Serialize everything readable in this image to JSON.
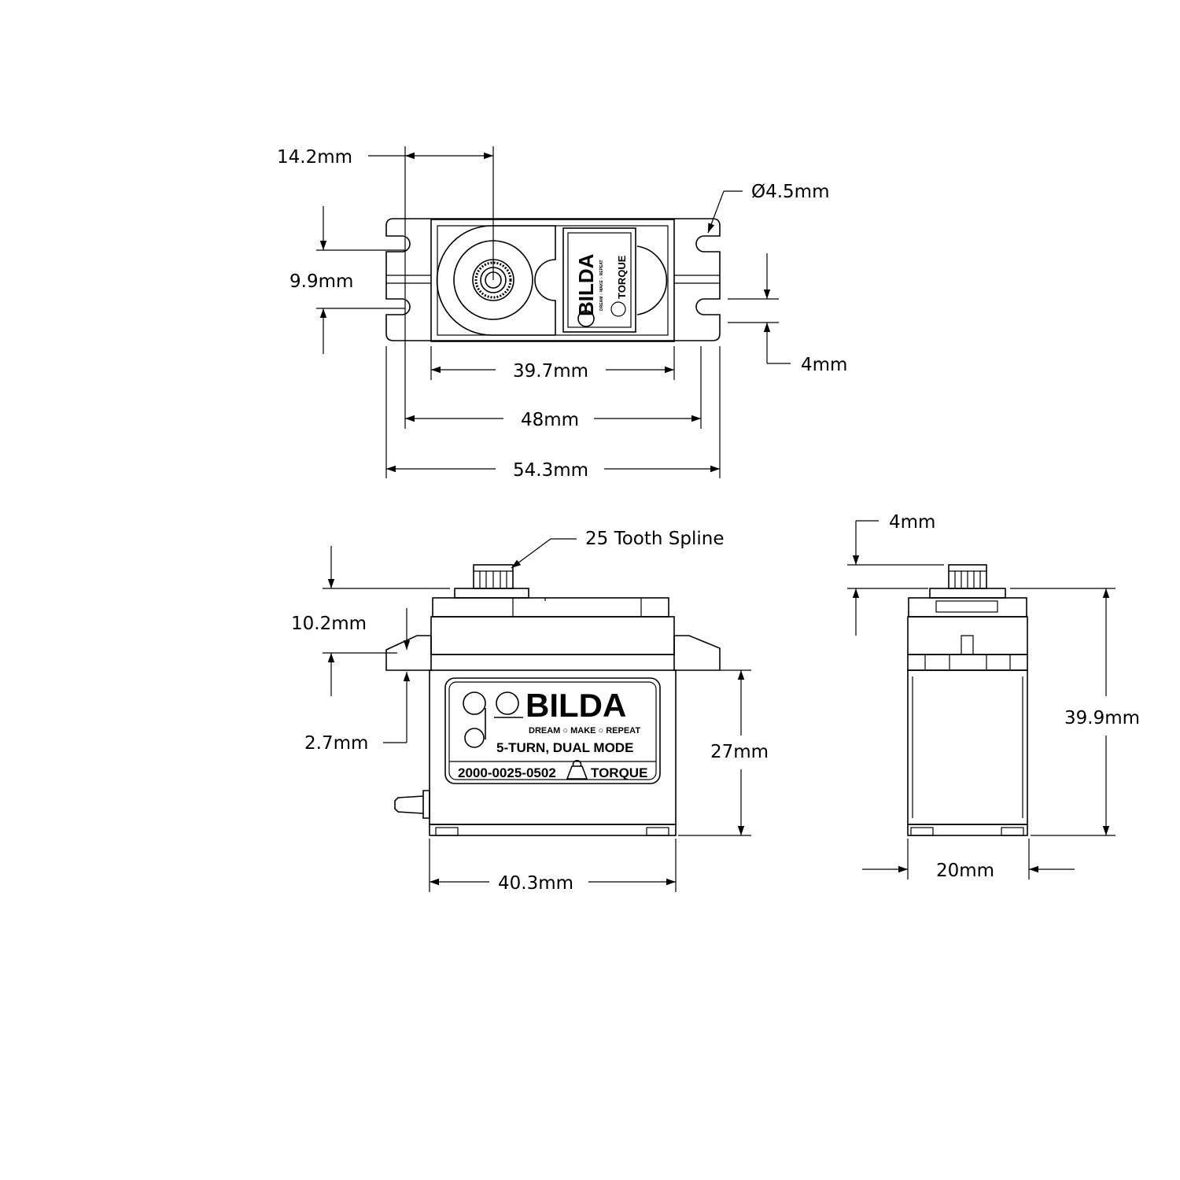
{
  "dimensions": {
    "top_view": {
      "horn_offset": "14.2mm",
      "hole_diameter": "Ø4.5mm",
      "hole_spacing": "9.9mm",
      "flange_slot": "4mm",
      "body_length": "39.7mm",
      "hole_centers": "48mm",
      "overall_length": "54.3mm"
    },
    "front_view": {
      "spline_label": "25 Tooth Spline",
      "top_height": "10.2mm",
      "flange_thickness": "2.7mm",
      "body_height": "27mm",
      "body_width": "40.3mm"
    },
    "side_view": {
      "spline_height": "4mm",
      "total_height": "39.9mm",
      "depth": "20mm"
    }
  },
  "label": {
    "brand": "BILDA",
    "tagline": "DREAM ○ MAKE ○ REPEAT",
    "model": "5-TURN, DUAL MODE",
    "part_number": "2000-0025-0502",
    "variant": "TORQUE",
    "top_brand": "BILDA",
    "top_tagline": "DREAM ○ MAKE ○ REPEAT",
    "top_variant": "TORQUE"
  }
}
